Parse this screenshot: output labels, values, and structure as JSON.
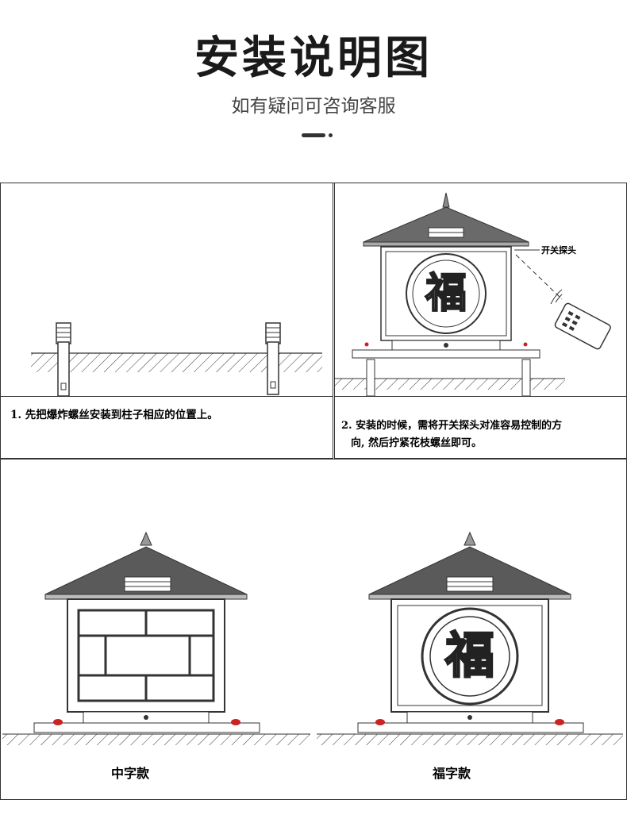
{
  "header": {
    "title": "安装说明图",
    "subtitle": "如有疑问可咨询客服"
  },
  "steps": [
    {
      "caption": "1. 先把爆炸螺丝安装到柱子相应的位置上。"
    },
    {
      "caption_line1": "2. 安装的时候，需将开关探头对准容易控制的方",
      "caption_line2": "向, 然后拧紧花枝螺丝即可。",
      "probe_label": "开关探头"
    }
  ],
  "styles": [
    {
      "label": "中字款"
    },
    {
      "label": "福字款"
    }
  ],
  "colors": {
    "line": "#333333",
    "roof": "#555555",
    "bolt": "#cc2222"
  }
}
